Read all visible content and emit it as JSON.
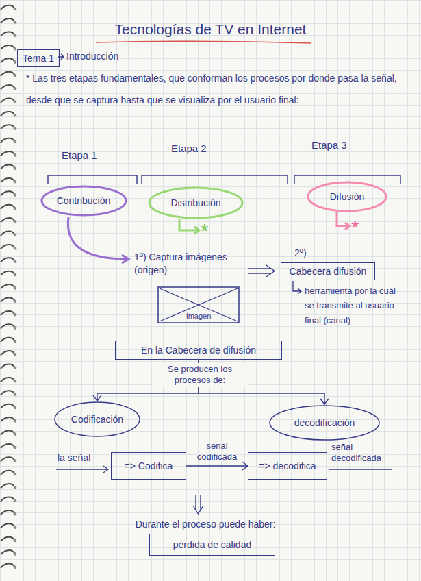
{
  "diagram": {
    "title": "Tecnologías de TV en Internet",
    "nodes": [
      {
        "text": [
          "Tema 1"
        ]
      },
      {
        "text": [
          "Contribución"
        ]
      },
      {
        "text": [
          "Distribución"
        ]
      },
      {
        "text": [
          "Difusión"
        ]
      },
      {
        "text": [
          "Cabecera difusión"
        ]
      },
      {
        "text": [
          "Imagen"
        ]
      },
      {
        "text": [
          "En la Cabecera de difusión"
        ]
      },
      {
        "text": [
          "Codificación"
        ]
      },
      {
        "text": [
          "decodificación"
        ]
      },
      {
        "text": [
          "=> Codifica"
        ]
      },
      {
        "text": [
          "=> decodifica"
        ]
      },
      {
        "text": [
          "pérdida de calidad"
        ]
      }
    ],
    "edges": [
      {
        "from": 6,
        "to": 7,
        "arrow": "to"
      },
      {
        "from": 6,
        "to": 8,
        "arrow": "to"
      },
      {
        "from": 9,
        "to": 10,
        "arrow": "to",
        "label": "señal codificada"
      }
    ],
    "labels": [
      "Introducción",
      "* Las tres etapas fundamentales, que conforman los procesos por donde pasa la señal, desde que se captura hasta que se visualiza por el usuario final:",
      "Etapa 1",
      "Etapa 2",
      "Etapa 3",
      "*",
      "*",
      "1º) Captura imágenes (origen)",
      "2º)",
      "herramienta por la cuál se transmite al usuario final (canal)",
      "Se producen los procesos de:",
      "la señal",
      "señal decodificada",
      "Durante el proceso puede haber:"
    ]
  }
}
